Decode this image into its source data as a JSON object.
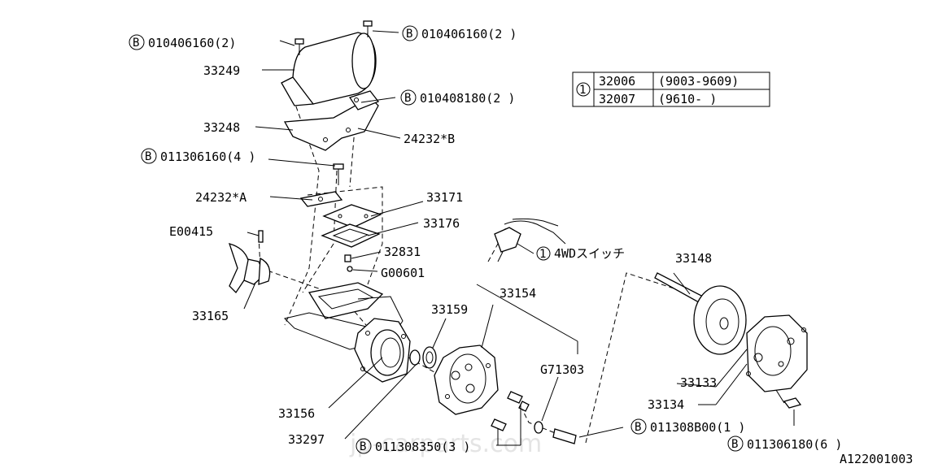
{
  "diagram_id": "A122001003",
  "watermark": "jp-carparts.com",
  "legend": {
    "marker": "1",
    "rows": [
      {
        "part": "32006",
        "range": "(9003-9609)"
      },
      {
        "part": "32007",
        "range": "(9610-     )"
      }
    ]
  },
  "parts": {
    "p33249": "33249",
    "p33248": "33248",
    "p24232b": "24232*B",
    "p24232a": "24232*A",
    "p33171": "33171",
    "p33176": "33176",
    "pE00415": "E00415",
    "p32831": "32831",
    "pG00601": "G00601",
    "p4wd": "4WDスイッチ",
    "p33148": "33148",
    "p33165": "33165",
    "p33159": "33159",
    "p33154": "33154",
    "pG71303": "G71303",
    "p33133": "33133",
    "p33134": "33134",
    "p33156": "33156",
    "p33297": "33297"
  },
  "bolts": {
    "b1": {
      "code": "010406160(2)"
    },
    "b2": {
      "code": "010406160(2 )"
    },
    "b3": {
      "code": "010408180(2 )"
    },
    "b4": {
      "code": "011306160(4 )"
    },
    "b5": {
      "code": "011308B00(1 )"
    },
    "b6": {
      "code": "011306180(6 )"
    },
    "b7": {
      "code": "011308350(3 )"
    }
  },
  "bolt_marker": "B",
  "switch_marker": "1"
}
